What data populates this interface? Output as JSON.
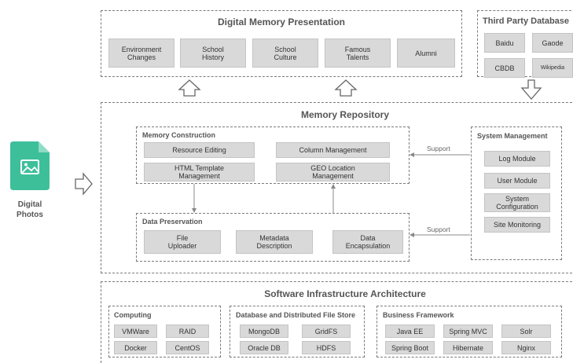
{
  "presentation": {
    "title": "Digital Memory Presentation",
    "items": [
      "Environment\nChanges",
      "School\nHistory",
      "School\nCulture",
      "Famous\nTalents",
      "Alumni"
    ]
  },
  "third_party": {
    "title": "Third Party Database",
    "items": [
      "Baidu",
      "Gaode",
      "CBDB",
      "Wikipedia"
    ]
  },
  "photo": {
    "label": "Digital\nPhotos",
    "icon": "image-file-icon",
    "color": "#3dbf9a"
  },
  "repository": {
    "title": "Memory Repository",
    "construction": {
      "title": "Memory Construction",
      "items": [
        "Resource Editing",
        "Column Management",
        "HTML Template\nManagement",
        "GEO Location\nManagement"
      ]
    },
    "preservation": {
      "title": "Data Preservation",
      "items": [
        "File\nUploader",
        "Metadata\nDescription",
        "Data\nEncapsulation"
      ]
    },
    "system": {
      "title": "System Management",
      "items": [
        "Log Module",
        "User Module",
        "System\nConfiguration",
        "Site Monitoring"
      ]
    },
    "support_labels": [
      "Support",
      "Support"
    ]
  },
  "infrastructure": {
    "title": "Software Infrastructure Architecture",
    "computing": {
      "title": "Computing",
      "items": [
        "VMWare",
        "RAID",
        "Docker",
        "CentOS"
      ]
    },
    "database": {
      "title": "Database and Distributed File Store",
      "items": [
        "MongoDB",
        "GridFS",
        "Oracle DB",
        "HDFS"
      ]
    },
    "business": {
      "title": "Business Framework",
      "items": [
        "Java EE",
        "Spring MVC",
        "Solr",
        "Spring Boot",
        "Hibernate",
        "Nginx"
      ]
    }
  }
}
